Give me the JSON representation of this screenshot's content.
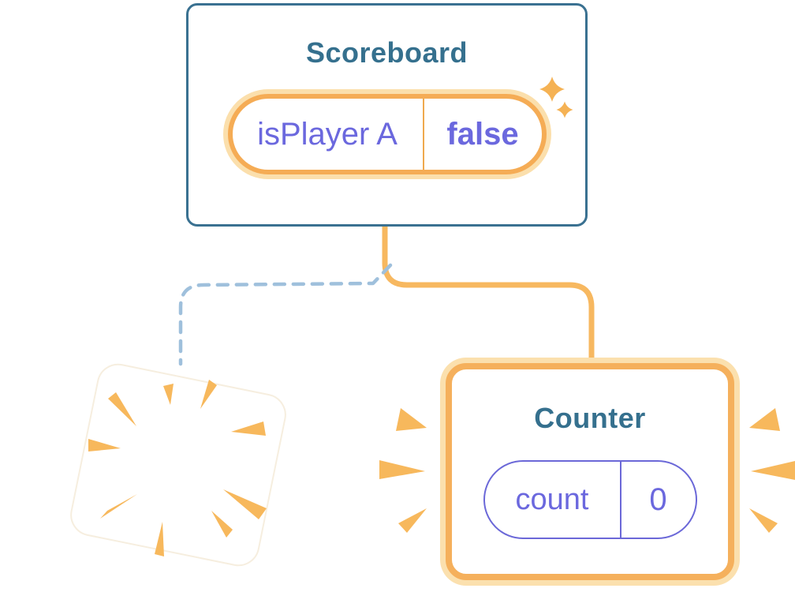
{
  "diagram": {
    "scoreboard": {
      "title": "Scoreboard",
      "state_name": "isPlayer A",
      "state_value": "false"
    },
    "counter": {
      "title": "Counter",
      "state_name": "count",
      "state_value": "0"
    }
  },
  "icons": {
    "sparkle": "four-point star (state preserved highlight)",
    "burst": "impact wedge marks (emphasis)",
    "destroyed_card": "blank tilted card with radial burst (component removed)"
  },
  "colors": {
    "card_border": "#3A7191",
    "title_text": "#35708E",
    "state_text": "#6B68DE",
    "state_pill_border": "#6B68D8",
    "highlight_orange": "#F5AC55",
    "highlight_cream": "#FBDFAC",
    "connector": "#F7B860",
    "dashed_connector": "#9FC0DC",
    "burst": "#F7B85C",
    "sparkle": "#F5B254",
    "background": "#FFFFFF"
  }
}
